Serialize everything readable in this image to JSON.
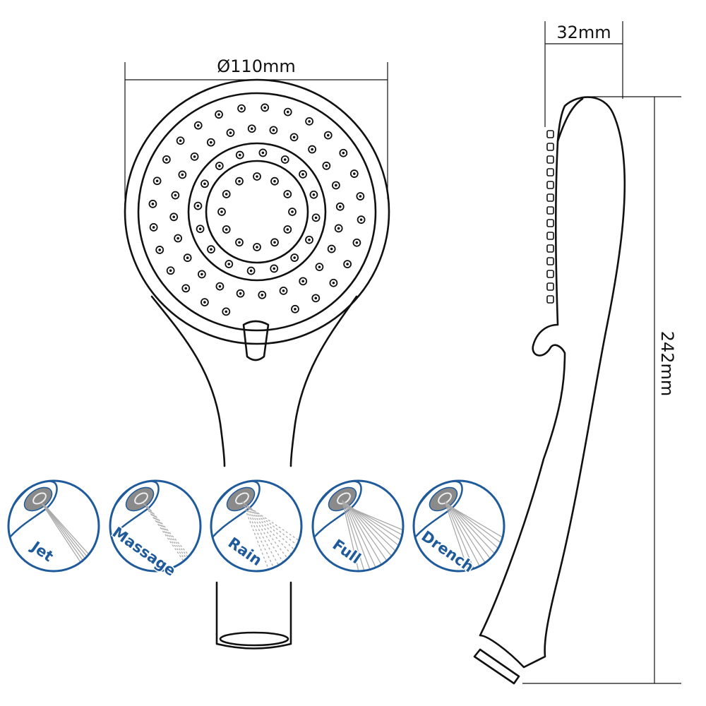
{
  "dimensions": {
    "diameter": "Ø110mm",
    "depth": "32mm",
    "length": "242mm"
  },
  "spray_modes": [
    {
      "label": "Jet",
      "icon": "jet-spray-icon"
    },
    {
      "label": "Massage",
      "icon": "massage-spray-icon"
    },
    {
      "label": "Rain",
      "icon": "rain-spray-icon"
    },
    {
      "label": "Full",
      "icon": "full-spray-icon"
    },
    {
      "label": "Drench",
      "icon": "drench-spray-icon"
    }
  ],
  "colors": {
    "mode_icon": "#1f5a9a",
    "face_grey": "#8a8a8a",
    "line": "#111111"
  }
}
